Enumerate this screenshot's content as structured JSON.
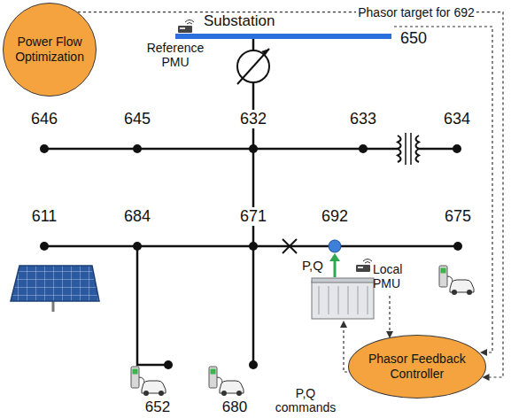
{
  "diagram": {
    "nodes": [
      {
        "text": [
          "Power Flow Optimization"
        ]
      },
      {
        "text": [
          "Phasor Feedback Controller"
        ]
      }
    ],
    "edges": [
      {
        "from": 0,
        "to": 1,
        "arrow": "to",
        "label": "Phasor target for 692"
      }
    ],
    "labels": [
      "Substation",
      "650",
      "Reference PMU",
      "646",
      "645",
      "632",
      "633",
      "634",
      "611",
      "684",
      "671",
      "692",
      "675",
      "P,Q",
      "Local PMU",
      "P,Q commands",
      "652",
      "680"
    ]
  }
}
